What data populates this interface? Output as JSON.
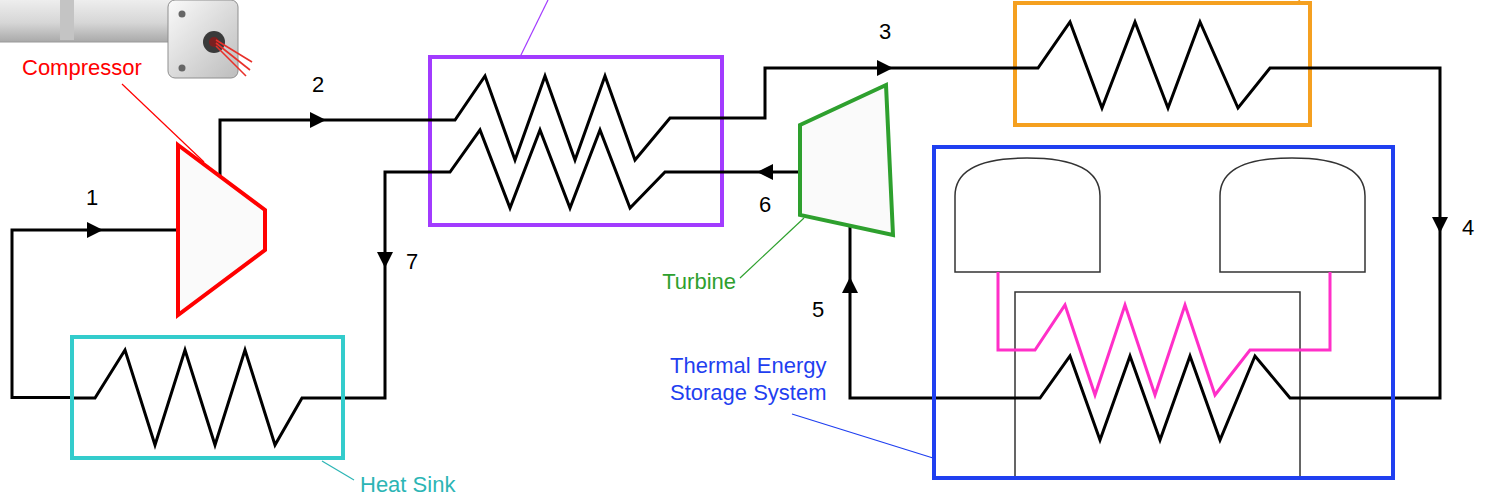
{
  "diagram": {
    "nodes": [
      {
        "text": [
          "Compressor"
        ]
      },
      {
        "text": [
          "Turbine"
        ]
      },
      {
        "text": [
          "Thermal Energy Storage System"
        ]
      },
      {
        "text": [
          "Heat Sink"
        ]
      }
    ],
    "edges": [
      {
        "from": 3,
        "to": 0,
        "arrow": "to",
        "label": "1"
      },
      {
        "from": 2,
        "to": 1,
        "arrow": "to",
        "label": "5"
      }
    ],
    "labels": [
      "2",
      "3",
      "4",
      "6",
      "7"
    ]
  }
}
